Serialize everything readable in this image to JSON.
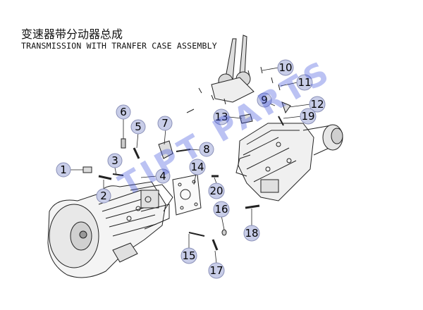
{
  "title_cn": "变速器带分动器总成",
  "title_en": "TRANSMISSION WITH TRANFER CASE ASSEMBLY",
  "watermark": "TIPT PARTS",
  "colors": {
    "callout_fill": "#c8cde8",
    "callout_stroke": "#8a90b8",
    "line": "#222222"
  },
  "callouts": [
    "1",
    "2",
    "3",
    "4",
    "5",
    "6",
    "7",
    "8",
    "9",
    "10",
    "11",
    "12",
    "13",
    "14",
    "15",
    "16",
    "17",
    "18",
    "19",
    "20"
  ]
}
